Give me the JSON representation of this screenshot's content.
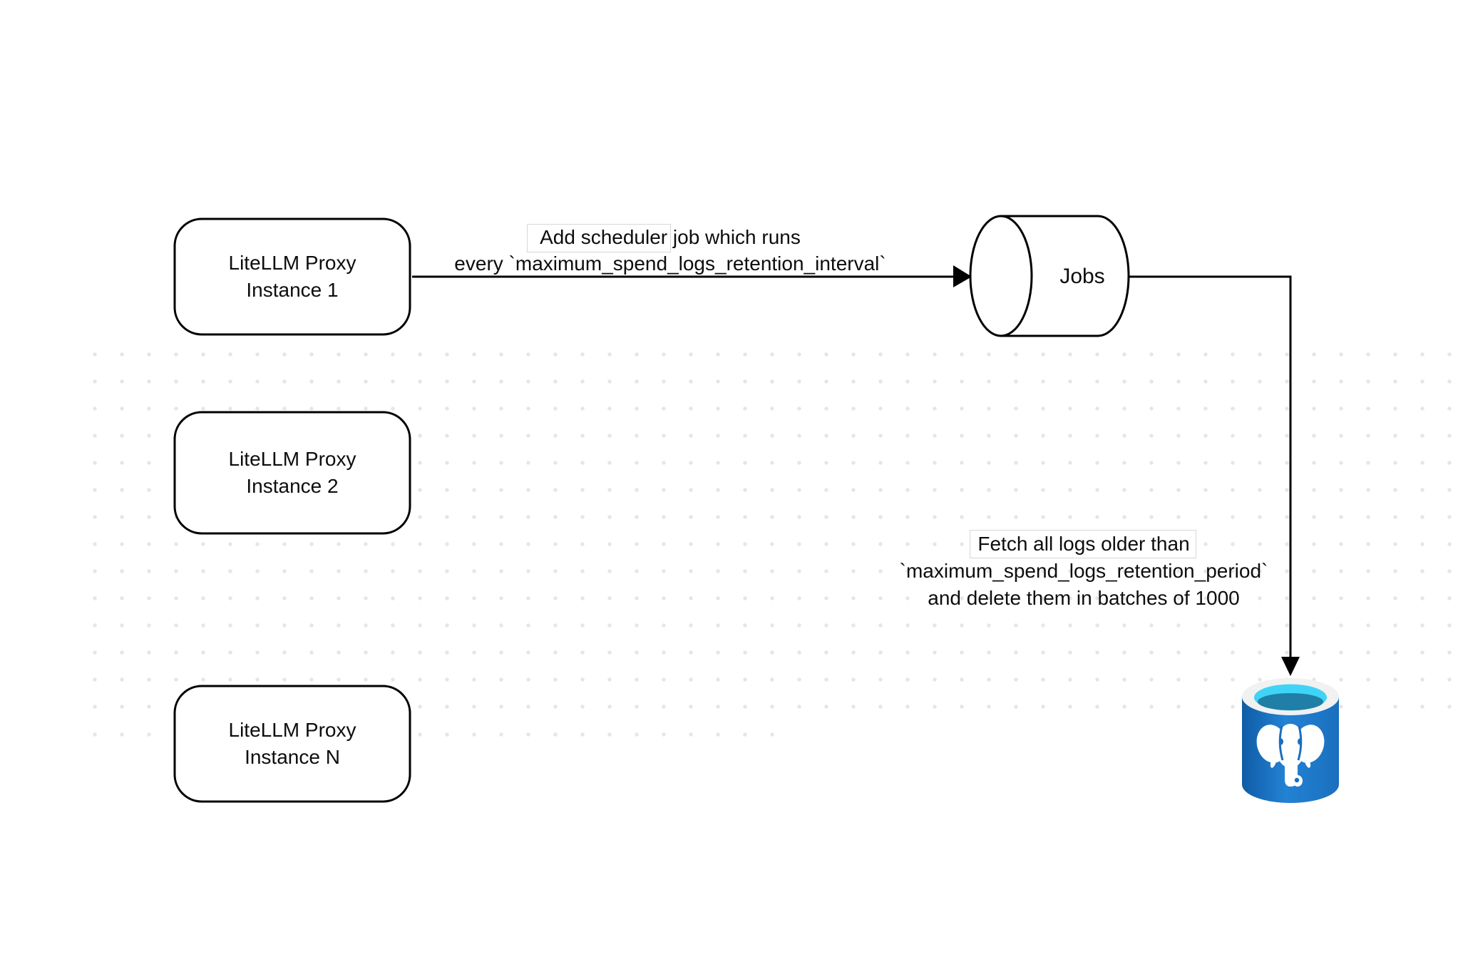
{
  "nodes": {
    "proxy1": {
      "line1": "LiteLLM Proxy",
      "line2": "Instance 1"
    },
    "proxy2": {
      "line1": "LiteLLM Proxy",
      "line2": "Instance 2"
    },
    "proxyN": {
      "line1": "LiteLLM Proxy",
      "line2": "Instance N"
    },
    "jobs": {
      "label": "Jobs"
    },
    "postgres": {
      "icon": "postgresql-database-icon"
    }
  },
  "edge_labels": {
    "scheduler": {
      "line1": "Add scheduler job which runs",
      "line2": "every `maximum_spend_logs_retention_interval`"
    },
    "cleanup": {
      "line1": "Fetch all logs older than",
      "line2": "`maximum_spend_logs_retention_period`",
      "line3": "and delete them in batches of 1000"
    }
  },
  "colors": {
    "stroke": "#000000",
    "text": "#0d0d0d",
    "dot": "#e6e6e6",
    "label_box_border": "#d7d7d7",
    "postgres_blue": "#1a6fbe",
    "postgres_blue_dark": "#0f5ca6",
    "postgres_blue_light": "#2382d4",
    "postgres_rim": "#f1f1f1",
    "postgres_cyan": "#3fd4f6",
    "postgres_teal": "#1f7fa6",
    "elephant_white": "#ffffff"
  }
}
